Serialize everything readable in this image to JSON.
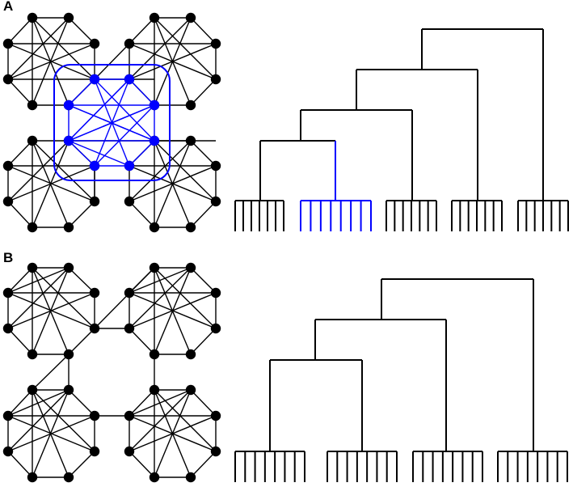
{
  "panels": [
    {
      "label": "A",
      "highlight_color": "#0000ff",
      "edge_color": "#000000",
      "has_highlighted_module": true,
      "dendrogram_leaf_groups": [
        7,
        8,
        7,
        7,
        7
      ],
      "highlighted_leaf_group": 1
    },
    {
      "label": "B",
      "edge_color": "#000000",
      "has_highlighted_module": false,
      "dendrogram_leaf_groups": [
        8,
        8,
        8,
        8
      ]
    }
  ]
}
